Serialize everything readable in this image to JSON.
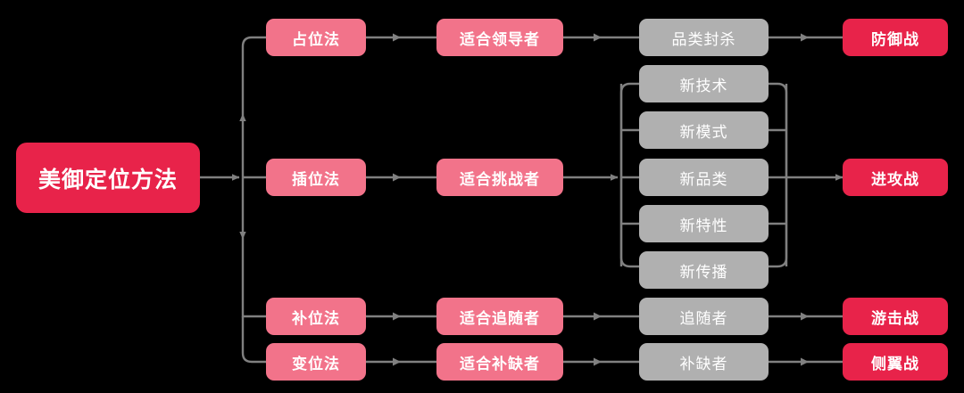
{
  "diagram": {
    "title": "美御定位方法",
    "background_color": "#000000",
    "colors": {
      "root": "#E8234A",
      "method": "#F2738A",
      "tactic": "#B0B0B0",
      "outcome": "#E8234A",
      "connector": "#808080",
      "text": "#FFFFFF"
    },
    "root": {
      "label": "美御定位方法"
    },
    "methods": [
      {
        "label": "占位法"
      },
      {
        "label": "插位法"
      },
      {
        "label": "补位法"
      },
      {
        "label": "变位法"
      }
    ],
    "audiences": [
      {
        "label": "适合领导者"
      },
      {
        "label": "适合挑战者"
      },
      {
        "label": "适合追随者"
      },
      {
        "label": "适合补缺者"
      }
    ],
    "tactics": [
      {
        "label": "品类封杀"
      },
      {
        "label": "新技术"
      },
      {
        "label": "新模式"
      },
      {
        "label": "新品类"
      },
      {
        "label": "新特性"
      },
      {
        "label": "新传播"
      },
      {
        "label": "追随者"
      },
      {
        "label": "补缺者"
      }
    ],
    "outcomes": [
      {
        "label": "防御战"
      },
      {
        "label": "进攻战"
      },
      {
        "label": "游击战"
      },
      {
        "label": "侧翼战"
      }
    ]
  }
}
